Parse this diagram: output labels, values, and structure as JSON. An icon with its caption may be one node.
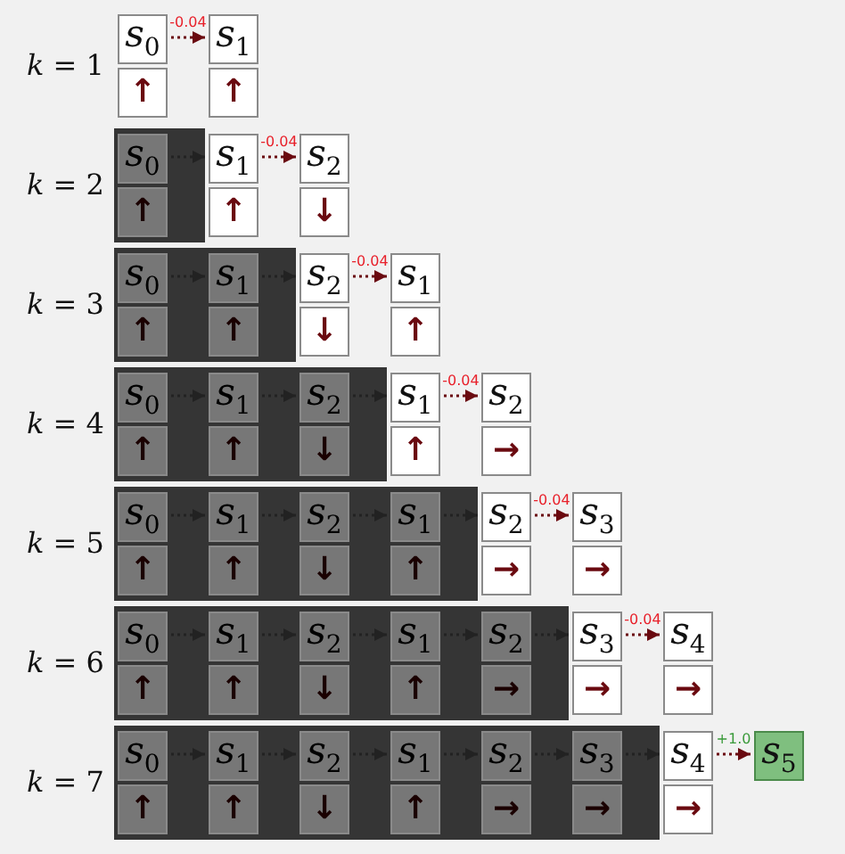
{
  "diagram": {
    "nodes": [
      {
        "text": [
          "s$_{0}$"
        ]
      },
      {
        "text": [
          "↑"
        ]
      },
      {
        "text": [
          "s$_{1}$"
        ]
      },
      {
        "text": [
          "↑"
        ]
      },
      {
        "text": [],
        "shape": "box"
      },
      {
        "text": [
          "s$_{0}$"
        ],
        "in": 4
      },
      {
        "text": [
          "↑"
        ],
        "in": 4
      },
      {
        "text": [
          "s$_{1}$"
        ]
      },
      {
        "text": [
          "↑"
        ]
      },
      {
        "text": [
          "s$_{2}$"
        ]
      },
      {
        "text": [
          "↓"
        ]
      },
      {
        "text": [],
        "shape": "box"
      },
      {
        "text": [
          "s$_{0}$"
        ],
        "in": 11
      },
      {
        "text": [
          "↑"
        ],
        "in": 11
      },
      {
        "text": [
          "s$_{1}$"
        ],
        "in": 11
      },
      {
        "text": [
          "↑"
        ],
        "in": 11
      },
      {
        "text": [
          "s$_{2}$"
        ]
      },
      {
        "text": [
          "↓"
        ]
      },
      {
        "text": [
          "s$_{1}$"
        ]
      },
      {
        "text": [
          "↑"
        ]
      },
      {
        "text": [],
        "shape": "box"
      },
      {
        "text": [
          "s$_{0}$"
        ],
        "in": 20
      },
      {
        "text": [
          "↑"
        ],
        "in": 20
      },
      {
        "text": [
          "s$_{1}$"
        ],
        "in": 20
      },
      {
        "text": [
          "↑"
        ],
        "in": 20
      },
      {
        "text": [
          "s$_{2}$"
        ],
        "in": 20
      },
      {
        "text": [
          "↓"
        ],
        "in": 20
      },
      {
        "text": [
          "s$_{1}$"
        ]
      },
      {
        "text": [
          "↑"
        ]
      },
      {
        "text": [
          "s$_{2}$"
        ]
      },
      {
        "text": [
          "→"
        ]
      },
      {
        "text": [],
        "shape": "box"
      },
      {
        "text": [
          "s$_{0}$"
        ],
        "in": 31
      },
      {
        "text": [
          "↑"
        ],
        "in": 31
      },
      {
        "text": [
          "s$_{1}$"
        ],
        "in": 31
      },
      {
        "text": [
          "↑"
        ],
        "in": 31
      },
      {
        "text": [
          "s$_{2}$"
        ],
        "in": 31
      },
      {
        "text": [
          "↓"
        ],
        "in": 31
      },
      {
        "text": [
          "s$_{1}$"
        ],
        "in": 31
      },
      {
        "text": [
          "↑"
        ],
        "in": 31
      },
      {
        "text": [
          "s$_{2}$"
        ]
      },
      {
        "text": [
          "→"
        ]
      },
      {
        "text": [
          "s$_{3}$"
        ]
      },
      {
        "text": [
          "→"
        ]
      },
      {
        "text": [],
        "shape": "box"
      },
      {
        "text": [
          "s$_{0}$"
        ],
        "in": 44
      },
      {
        "text": [
          "↑"
        ],
        "in": 44
      },
      {
        "text": [
          "s$_{1}$"
        ],
        "in": 44
      },
      {
        "text": [
          "↑"
        ],
        "in": 44
      },
      {
        "text": [
          "s$_{2}$"
        ],
        "in": 44
      },
      {
        "text": [
          "↓"
        ],
        "in": 44
      },
      {
        "text": [
          "s$_{1}$"
        ],
        "in": 44
      },
      {
        "text": [
          "↑"
        ],
        "in": 44
      },
      {
        "text": [
          "s$_{2}$"
        ],
        "in": 44
      },
      {
        "text": [
          "→"
        ],
        "in": 44
      },
      {
        "text": [
          "s$_{3}$"
        ]
      },
      {
        "text": [
          "→"
        ]
      },
      {
        "text": [
          "s$_{4}$"
        ]
      },
      {
        "text": [
          "→"
        ]
      },
      {
        "text": [],
        "shape": "box"
      },
      {
        "text": [
          "s$_{0}$"
        ],
        "in": 59
      },
      {
        "text": [
          "↑"
        ],
        "in": 59
      },
      {
        "text": [
          "s$_{1}$"
        ],
        "in": 59
      },
      {
        "text": [
          "↑"
        ],
        "in": 59
      },
      {
        "text": [
          "s$_{2}$"
        ],
        "in": 59
      },
      {
        "text": [
          "↓"
        ],
        "in": 59
      },
      {
        "text": [
          "s$_{1}$"
        ],
        "in": 59
      },
      {
        "text": [
          "↑"
        ],
        "in": 59
      },
      {
        "text": [
          "s$_{2}$"
        ],
        "in": 59
      },
      {
        "text": [
          "→"
        ],
        "in": 59
      },
      {
        "text": [
          "s$_{3}$"
        ],
        "in": 59
      },
      {
        "text": [
          "→"
        ],
        "in": 59
      },
      {
        "text": [
          "s$_{4}$"
        ]
      },
      {
        "text": [
          "→"
        ]
      },
      {
        "text": [
          "s$_{5}$"
        ]
      }
    ],
    "edges": [
      {
        "from": 0,
        "to": 2,
        "arrow": "to",
        "style": "dashed",
        "label": "-0.04"
      },
      {
        "from": 5,
        "to": 7,
        "arrow": "to",
        "style": "dashed"
      },
      {
        "from": 7,
        "to": 9,
        "arrow": "to",
        "style": "dashed",
        "label": "-0.04"
      },
      {
        "from": 12,
        "to": 14,
        "arrow": "to",
        "style": "dashed"
      },
      {
        "from": 14,
        "to": 16,
        "arrow": "to",
        "style": "dashed"
      },
      {
        "from": 16,
        "to": 18,
        "arrow": "to",
        "style": "dashed",
        "label": "-0.04"
      },
      {
        "from": 21,
        "to": 23,
        "arrow": "to",
        "style": "dashed"
      },
      {
        "from": 23,
        "to": 25,
        "arrow": "to",
        "style": "dashed"
      },
      {
        "from": 25,
        "to": 27,
        "arrow": "to",
        "style": "dashed"
      },
      {
        "from": 27,
        "to": 29,
        "arrow": "to",
        "style": "dashed",
        "label": "-0.04"
      },
      {
        "from": 32,
        "to": 34,
        "arrow": "to",
        "style": "dashed"
      },
      {
        "from": 34,
        "to": 36,
        "arrow": "to",
        "style": "dashed"
      },
      {
        "from": 36,
        "to": 38,
        "arrow": "to",
        "style": "dashed"
      },
      {
        "from": 38,
        "to": 40,
        "arrow": "to",
        "style": "dashed"
      },
      {
        "from": 40,
        "to": 42,
        "arrow": "to",
        "style": "dashed",
        "label": "-0.04"
      },
      {
        "from": 45,
        "to": 47,
        "arrow": "to",
        "style": "dashed"
      },
      {
        "from": 47,
        "to": 49,
        "arrow": "to",
        "style": "dashed"
      },
      {
        "from": 49,
        "to": 51,
        "arrow": "to",
        "style": "dashed"
      },
      {
        "from": 51,
        "to": 53,
        "arrow": "to",
        "style": "dashed"
      },
      {
        "from": 53,
        "to": 55,
        "arrow": "to",
        "style": "dashed"
      },
      {
        "from": 55,
        "to": 57,
        "arrow": "to",
        "style": "dashed",
        "label": "-0.04"
      },
      {
        "from": 60,
        "to": 62,
        "arrow": "to",
        "style": "dashed"
      },
      {
        "from": 62,
        "to": 64,
        "arrow": "to",
        "style": "dashed"
      },
      {
        "from": 64,
        "to": 66,
        "arrow": "to",
        "style": "dashed"
      },
      {
        "from": 66,
        "to": 68,
        "arrow": "to",
        "style": "dashed"
      },
      {
        "from": 68,
        "to": 70,
        "arrow": "to",
        "style": "dashed"
      },
      {
        "from": 70,
        "to": 72,
        "arrow": "to",
        "style": "dashed"
      },
      {
        "from": 72,
        "to": 74,
        "arrow": "to",
        "style": "dashed",
        "label": "+1.0"
      }
    ],
    "labels": [
      "*k* = 1",
      "*k* = 2",
      "*k* = 3",
      "*k* = 4",
      "*k* = 5",
      "*k* = 6",
      "*k* = 7"
    ]
  }
}
